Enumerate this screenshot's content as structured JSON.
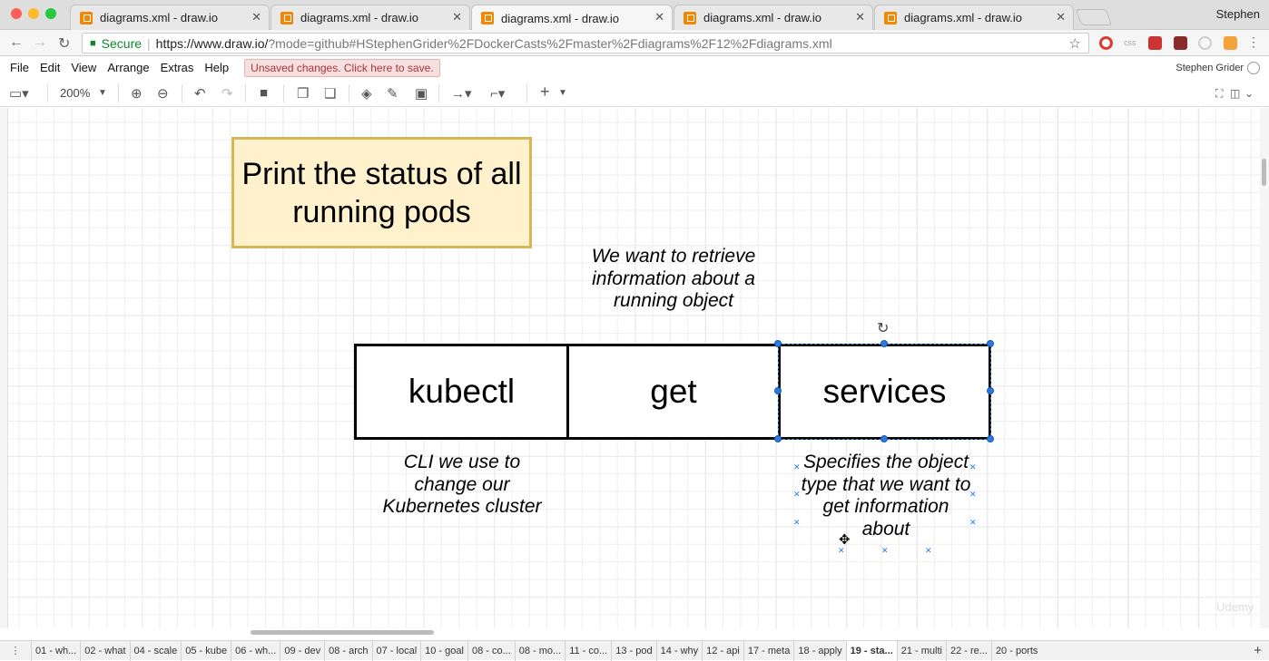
{
  "browser": {
    "tabs": [
      {
        "label": "diagrams.xml - draw.io",
        "active": false
      },
      {
        "label": "diagrams.xml - draw.io",
        "active": false
      },
      {
        "label": "diagrams.xml - draw.io",
        "active": true
      },
      {
        "label": "diagrams.xml - draw.io",
        "active": false
      },
      {
        "label": "diagrams.xml - draw.io",
        "active": false
      }
    ],
    "profile_name": "Stephen",
    "secure_label": "Secure",
    "url_host": "https://www.draw.io/",
    "url_path": "?mode=github#HStephenGrider%2FDockerCasts%2Fmaster%2Fdiagrams%2F12%2Fdiagrams.xml",
    "ext_css": "css"
  },
  "menu": {
    "items": [
      "File",
      "Edit",
      "View",
      "Arrange",
      "Extras",
      "Help"
    ],
    "unsaved_notice": "Unsaved changes. Click here to save.",
    "user": "Stephen Grider"
  },
  "toolbar": {
    "zoom": "200%"
  },
  "diagram": {
    "title": "Print the status of all running pods",
    "cells": [
      "kubectl",
      "get",
      "services"
    ],
    "note_get": "We want to retrieve information about a running object",
    "note_kubectl": "CLI we use to change our Kubernetes cluster",
    "note_services": "Specifies the object type that we want to get information about"
  },
  "watermark": "Udemy",
  "pages": [
    "01 - wh...",
    "02 - what",
    "04 - scale",
    "05 - kube",
    "06 - wh...",
    "09 - dev",
    "08 - arch",
    "07 - local",
    "10 - goal",
    "08 - co...",
    "08 - mo...",
    "11 - co...",
    "13 - pod",
    "14 - why",
    "12 - api",
    "17 - meta",
    "18 - apply",
    "19 - sta...",
    "21 - multi",
    "22 - re...",
    "20 - ports"
  ],
  "active_page": "19 - sta...",
  "colors": {
    "title_fill": "#fff1cc",
    "title_stroke": "#d6b656",
    "selection": "#2a7ae2",
    "tab_favicon": "#f08705"
  }
}
